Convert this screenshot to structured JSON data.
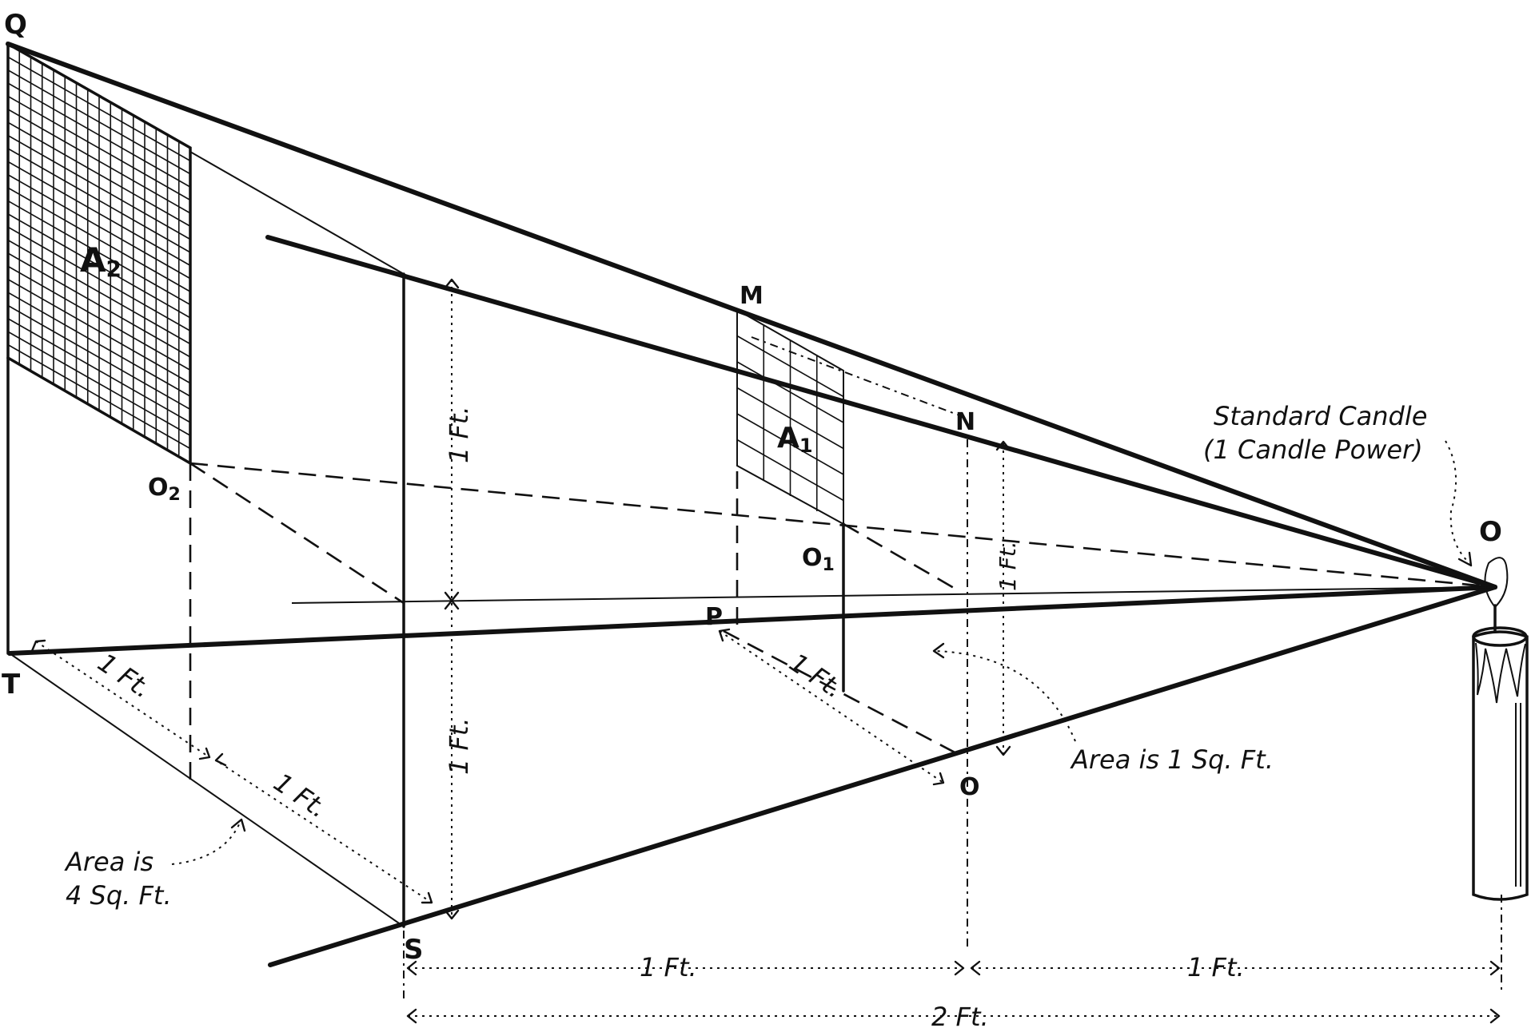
{
  "diagram": {
    "points": {
      "Q": "Q",
      "T": "T",
      "S": "S",
      "M": "M",
      "N": "N",
      "O_bottom": "O",
      "O_candle": "O",
      "P": "P",
      "O1_main": "O",
      "O1_sub": "1",
      "O2_main": "O",
      "O2_sub": "2",
      "A1_main": "A",
      "A1_sub": "1",
      "A2_main": "A",
      "A2_sub": "2"
    },
    "annotations": {
      "candle_line1": "Standard Candle",
      "candle_line2": "(1 Candle Power)",
      "area1_label": "Area is 1 Sq. Ft.",
      "area4_line1": "Area is",
      "area4_line2": "4 Sq. Ft."
    },
    "dimensions": {
      "one_ft": "1 Ft.",
      "one_ft_short": "1 Ft.",
      "two_ft": "2 Ft."
    }
  }
}
